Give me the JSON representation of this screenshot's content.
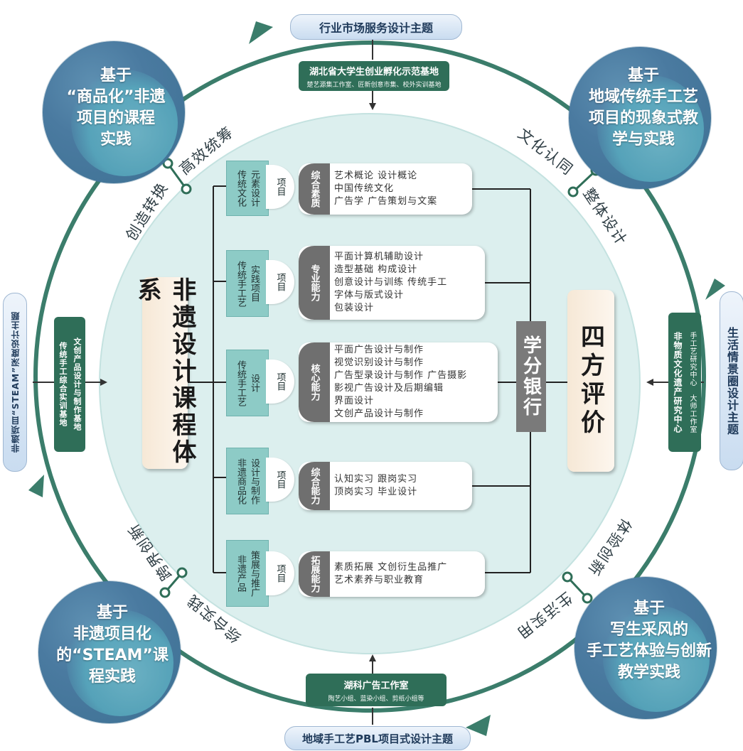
{
  "center": {
    "title": "非遗设计课程体系",
    "credit_bank": "学分银行",
    "evaluation": "四方评价"
  },
  "themes": {
    "top": "行业市场服务设计主题",
    "right": "生活情景圈设计主题",
    "bottom": "地域手工艺PBL项目式设计主题",
    "left": "非遗项目“STEAM”深度设计主题"
  },
  "bases": {
    "top": {
      "title": "湖北省大学生创业孵化示范基地",
      "sub": "楚艺源集工作室、匠新创意市集、校外实训基地"
    },
    "right": {
      "line1": "非物质文化遗产研究中心",
      "line2": "手工艺研究中心　大师工作室"
    },
    "bottom": {
      "title": "湖科广告工作室",
      "sub": "陶艺小组、蓝染小组、剪纸小组等"
    },
    "left": {
      "line1": "传统手工综合实训基地",
      "line2": "文创产品设计与制作基地"
    }
  },
  "corners": {
    "top_left": {
      "l1": "基于",
      "l2": "“商品化”非遗",
      "l3": "项目的课程",
      "l4": "实践"
    },
    "top_right": {
      "l1": "基于",
      "l2": "地域传统手工艺",
      "l3": "项目的现象式教",
      "l4": "学与实践"
    },
    "bottom_left": {
      "l1": "基于",
      "l2": "非遗项目化",
      "l3": "的“STEAM”课",
      "l4": "程实践"
    },
    "bottom_right": {
      "l1": "基于",
      "l2": "写生采风的",
      "l3": "手工艺体验与创新",
      "l4": "教学实践"
    }
  },
  "arc_phrases": {
    "tl_a": "创造转换",
    "tl_b": "高效统筹",
    "tr_a": "文化认同",
    "tr_b": "整体设计",
    "bl_a": "跨界创新",
    "bl_b": "综合实践",
    "br_a": "体验创新",
    "br_b": "生活实用"
  },
  "projects": [
    {
      "col1": "传统文化",
      "col2": "元素设计",
      "tag": "项目"
    },
    {
      "col1": "传统手工艺",
      "col2": "实践项目",
      "tag": "项目"
    },
    {
      "col1": "传统手工艺",
      "col2": "设计",
      "tag": "项目"
    },
    {
      "col1": "非遗商品化",
      "col2": "设计与制作",
      "tag": "项目"
    },
    {
      "col1": "非遗产品",
      "col2": "策展与推广",
      "tag": "项目"
    }
  ],
  "abilities": [
    {
      "label": "综合素质",
      "items": [
        "艺术概论 设计概论",
        "中国传统文化",
        "广告学 广告策划与文案"
      ]
    },
    {
      "label": "专业能力",
      "items": [
        "平面计算机辅助设计",
        "造型基础 构成设计",
        "创意设计与训练 传统手工",
        "字体与版式设计",
        "包装设计"
      ]
    },
    {
      "label": "核心能力",
      "items": [
        "平面广告设计与制作",
        "视觉识别设计与制作",
        "广告型录设计与制作 广告摄影",
        "影视广告设计及后期编辑",
        "界面设计",
        "文创产品设计与制作"
      ]
    },
    {
      "label": "综合能力",
      "items": [
        "认知实习 跟岗实习",
        "顶岗实习 毕业设计"
      ]
    },
    {
      "label": "拓展能力",
      "items": [
        "素质拓展 文创衍生品推广",
        "艺术素养与职业教育"
      ]
    }
  ],
  "colors": {
    "ring": "#3b7d6b",
    "inner_circle": "#dcefee",
    "base_green": "#2f6e58",
    "project_teal": "#8dcbc6",
    "ability_cap": "#6f6f6f",
    "credit_bank": "#7a7a7a"
  }
}
